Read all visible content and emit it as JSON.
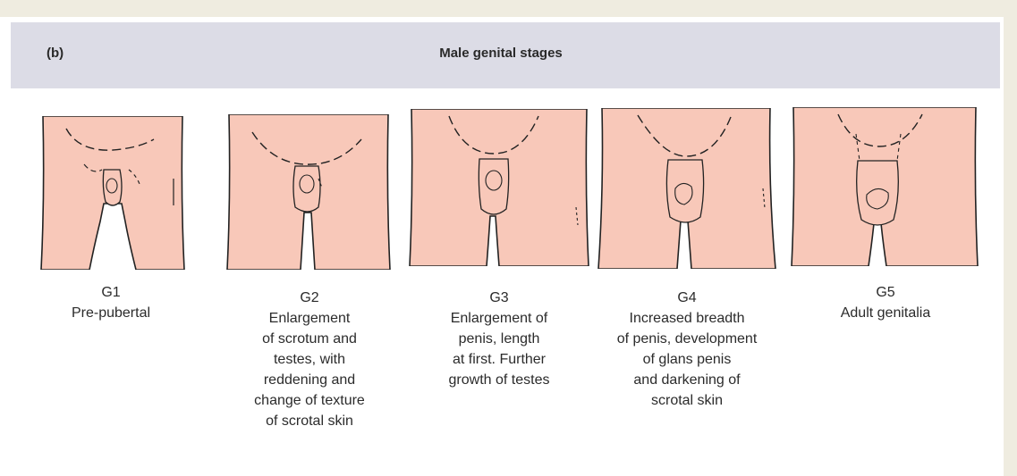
{
  "header": {
    "panel_label": "(b)",
    "title": "Male genital stages"
  },
  "colors": {
    "skin": "#f8c8b9",
    "ink": "#222222",
    "banner": "#dcdce6",
    "background": "#efece0"
  },
  "stages": [
    {
      "code": "G1",
      "description": "Pre-pubertal"
    },
    {
      "code": "G2",
      "description": "Enlargement\nof scrotum and\ntestes, with\nreddening and\nchange of texture\nof scrotal skin"
    },
    {
      "code": "G3",
      "description": "Enlargement of\npenis, length\nat first. Further\ngrowth of testes"
    },
    {
      "code": "G4",
      "description": "Increased breadth\nof penis, development\nof glans penis\nand darkening of\nscrotal skin"
    },
    {
      "code": "G5",
      "description": "Adult genitalia"
    }
  ]
}
